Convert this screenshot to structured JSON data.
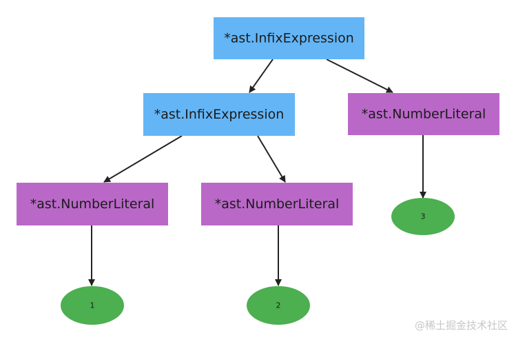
{
  "nodes": {
    "root": {
      "label": "*ast.InfixExpression",
      "color": "#64b5f6"
    },
    "left_infix": {
      "label": "*ast.InfixExpression",
      "color": "#64b5f6"
    },
    "right_literal": {
      "label": "*ast.NumberLiteral",
      "color": "#ba68c8"
    },
    "literal_a": {
      "label": "*ast.NumberLiteral",
      "color": "#ba68c8"
    },
    "literal_b": {
      "label": "*ast.NumberLiteral",
      "color": "#ba68c8"
    },
    "value_1": {
      "label": "1",
      "color": "#4caf50"
    },
    "value_2": {
      "label": "2",
      "color": "#4caf50"
    },
    "value_3": {
      "label": "3",
      "color": "#4caf50"
    }
  },
  "edges": [
    [
      "root",
      "left_infix"
    ],
    [
      "root",
      "right_literal"
    ],
    [
      "left_infix",
      "literal_a"
    ],
    [
      "left_infix",
      "literal_b"
    ],
    [
      "right_literal",
      "value_3"
    ],
    [
      "literal_a",
      "value_1"
    ],
    [
      "literal_b",
      "value_2"
    ]
  ],
  "watermark": "@稀土掘金技术社区"
}
